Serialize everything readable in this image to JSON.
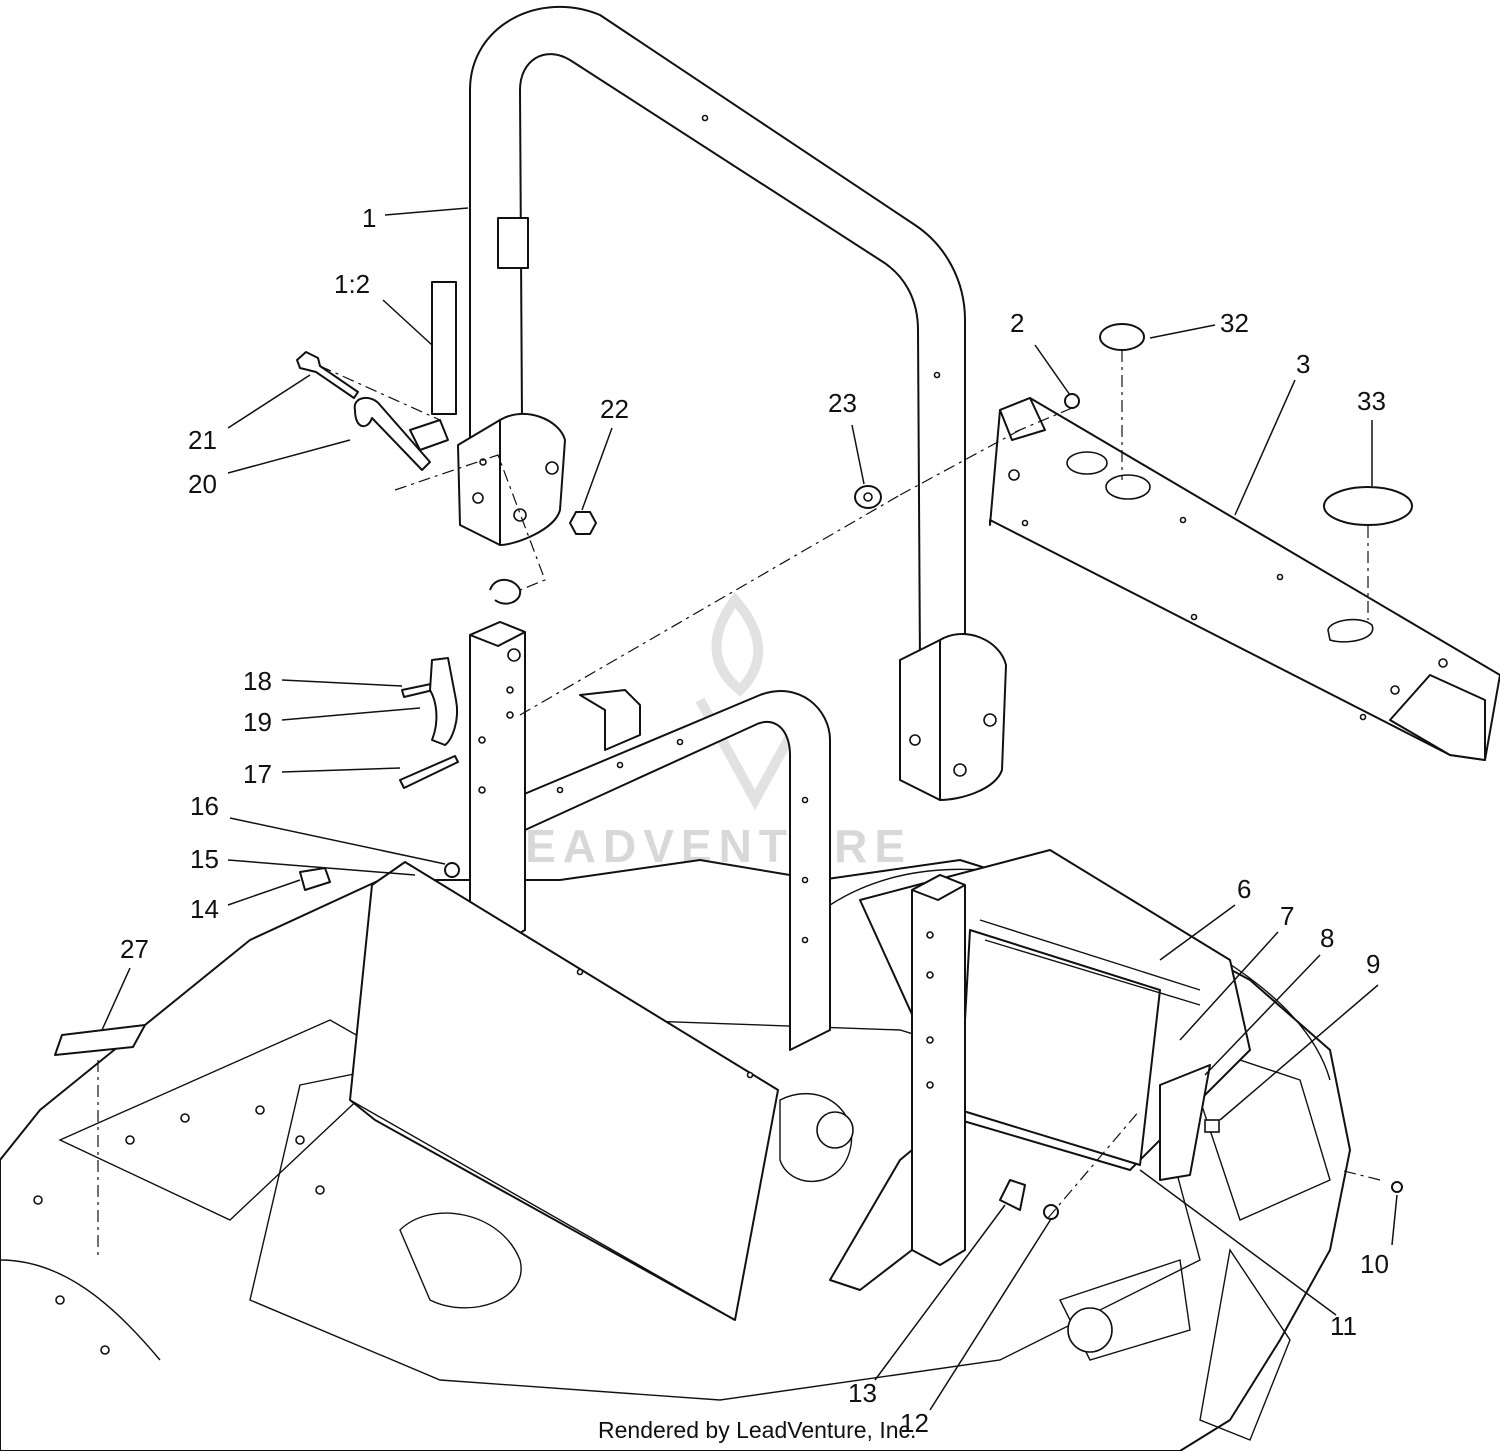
{
  "callouts": [
    {
      "id": "c1",
      "label": "1"
    },
    {
      "id": "c1-2",
      "label": "1:2"
    },
    {
      "id": "c2",
      "label": "2"
    },
    {
      "id": "c3",
      "label": "3"
    },
    {
      "id": "c6",
      "label": "6"
    },
    {
      "id": "c7",
      "label": "7"
    },
    {
      "id": "c8",
      "label": "8"
    },
    {
      "id": "c9",
      "label": "9"
    },
    {
      "id": "c10",
      "label": "10"
    },
    {
      "id": "c11",
      "label": "11"
    },
    {
      "id": "c12",
      "label": "12"
    },
    {
      "id": "c13",
      "label": "13"
    },
    {
      "id": "c14",
      "label": "14"
    },
    {
      "id": "c15",
      "label": "15"
    },
    {
      "id": "c16",
      "label": "16"
    },
    {
      "id": "c17",
      "label": "17"
    },
    {
      "id": "c18",
      "label": "18"
    },
    {
      "id": "c19",
      "label": "19"
    },
    {
      "id": "c20",
      "label": "20"
    },
    {
      "id": "c21",
      "label": "21"
    },
    {
      "id": "c22",
      "label": "22"
    },
    {
      "id": "c23",
      "label": "23"
    },
    {
      "id": "c27",
      "label": "27"
    },
    {
      "id": "c32",
      "label": "32"
    },
    {
      "id": "c33",
      "label": "33"
    }
  ],
  "footer": {
    "credit": "Rendered by LeadVenture, Inc."
  },
  "watermark": {
    "text": "LEADVENTURE"
  }
}
